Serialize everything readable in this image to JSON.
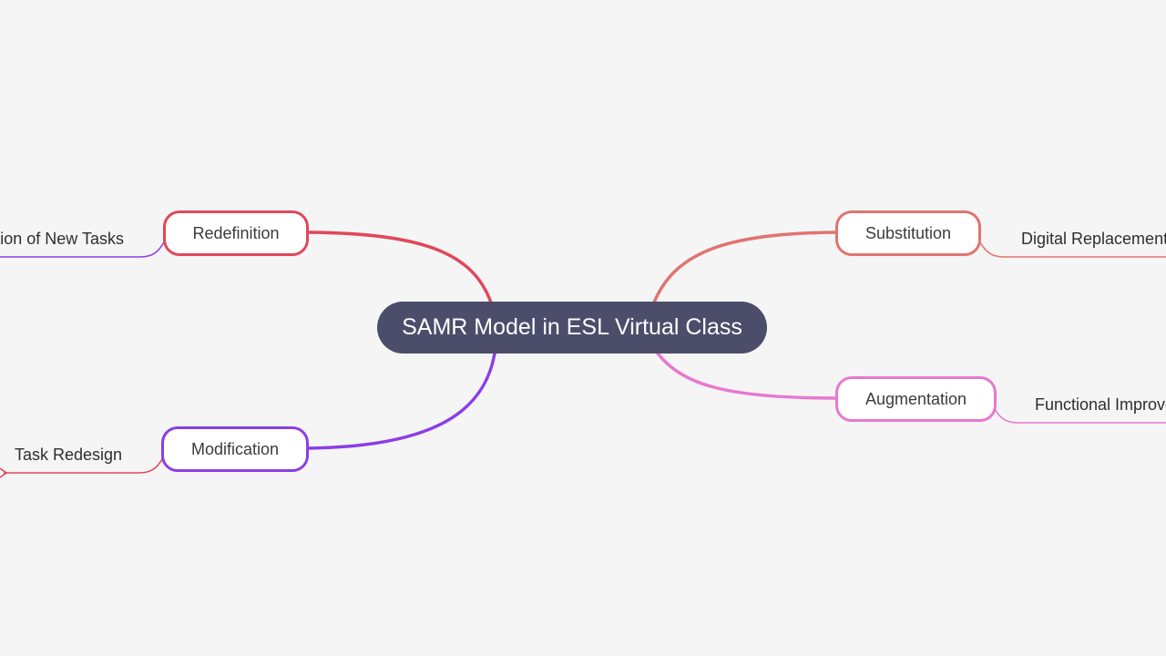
{
  "central_topic": {
    "label": "SAMR Model in ESL Virtual Class",
    "color": "#4b4d6b"
  },
  "branches": [
    {
      "id": "substitution",
      "label": "Substitution",
      "color": "#e07470",
      "leaf": "Digital Replacement"
    },
    {
      "id": "augmentation",
      "label": "Augmentation",
      "color": "#e878d0",
      "leaf": "Functional Improvement"
    },
    {
      "id": "modification",
      "label": "Modification",
      "color": "#8b3ee6",
      "leaf": "Task Redesign",
      "leaf_line_color": "#e0485a"
    },
    {
      "id": "redefinition",
      "label": "Redefinition",
      "color": "#e0485a",
      "leaf": "Creation of New Tasks",
      "leaf_line_color": "#8b3ee6"
    }
  ],
  "background_color": "#f5f5f5"
}
